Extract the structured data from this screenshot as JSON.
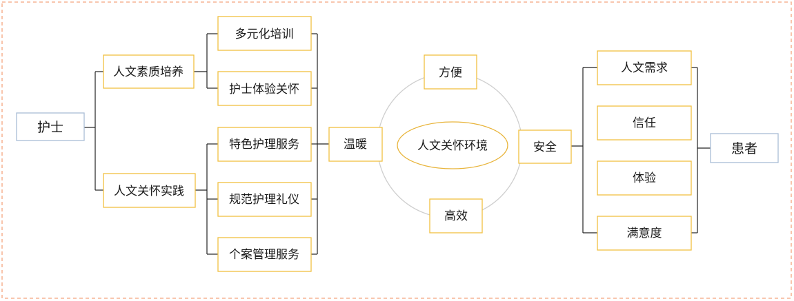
{
  "nurse": "护士",
  "patient": "患者",
  "humanistic_quality": "人文素质培养",
  "humanistic_practice": "人文关怀实践",
  "quality_items": [
    "多元化培训",
    "护士体验关怀"
  ],
  "practice_items": [
    "特色护理服务",
    "规范护理礼仪",
    "个案管理服务"
  ],
  "warmth": "温暖",
  "environment_center": "人文关怀环境",
  "convenient": "方便",
  "efficient": "高效",
  "safety": "安全",
  "patient_items": [
    "人文需求",
    "信任",
    "体验",
    "满意度"
  ],
  "colors": {
    "box_border_orange": "#f0c040",
    "box_border_blue": "#a9bdd6",
    "frame_dashed": "#f3a47e",
    "circle": "#cfcfcf",
    "line": "#222222"
  }
}
